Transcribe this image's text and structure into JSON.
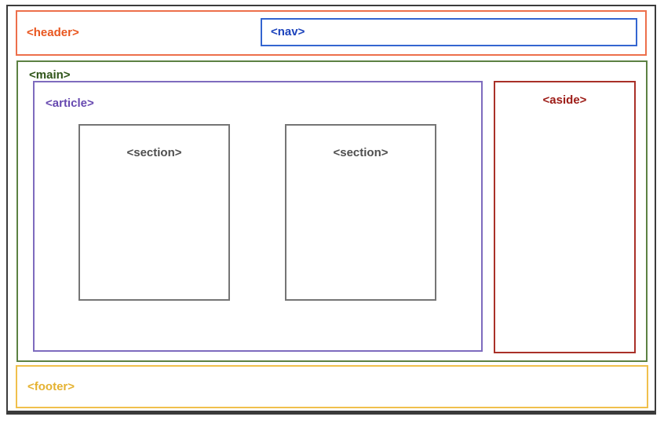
{
  "diagram": {
    "description": "HTML5 semantic elements page layout diagram",
    "frame_color": "#3B3B3B",
    "background_color": "#FFFFFF",
    "header": {
      "label": "<header>",
      "border_color": "#ED6F4B",
      "text_color": "#E9561F"
    },
    "nav": {
      "label": "<nav>",
      "border_color": "#3465D0",
      "text_color": "#1C43BC"
    },
    "main": {
      "label": "<main>",
      "border_color": "#5C8143",
      "text_color": "#2E5418"
    },
    "article": {
      "label": "<article>",
      "border_color": "#7E6BBE",
      "text_color": "#6749B0"
    },
    "sections": [
      {
        "label": "<section>"
      },
      {
        "label": "<section>"
      }
    ],
    "section_style": {
      "border_color": "#757575",
      "text_color": "#4F4F4F"
    },
    "aside": {
      "label": "<aside>",
      "border_color": "#A93028",
      "text_color": "#9C1A15"
    },
    "footer": {
      "label": "<footer>",
      "border_color": "#F0C04C",
      "text_color": "#E5B231"
    }
  }
}
